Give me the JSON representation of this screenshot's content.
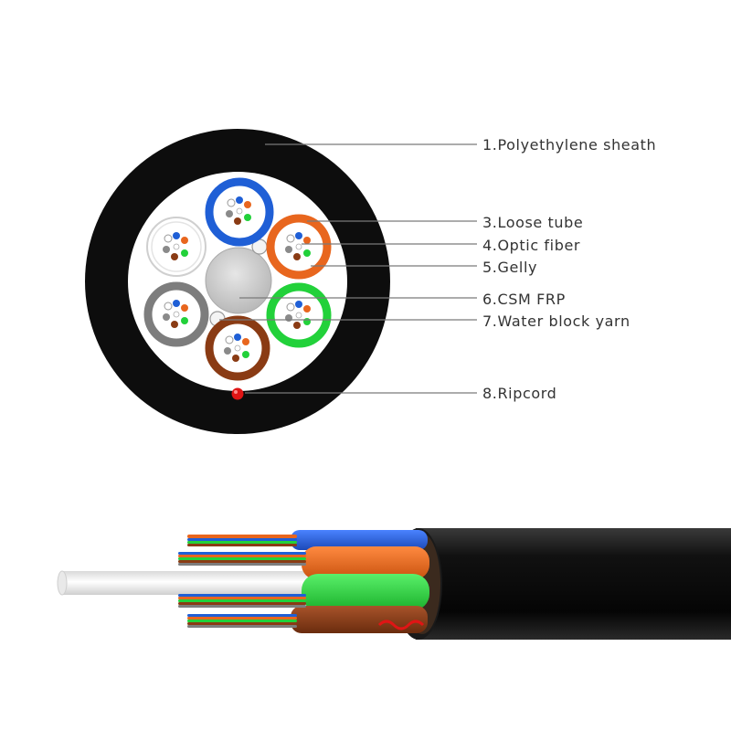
{
  "labels": {
    "l1": "1.Polyethylene sheath",
    "l3": "3.Loose tube",
    "l4": "4.Optic fiber",
    "l5": "5.Gelly",
    "l6": "6.CSM FRP",
    "l7": "7.Water block yarn",
    "l8": "8.Ripcord"
  },
  "colors": {
    "sheath": "#0d0d0d",
    "tube_blue": "#1f5fd6",
    "tube_orange": "#e8661e",
    "tube_green": "#22d13a",
    "tube_brown": "#8a3b14",
    "tube_gray": "#7d7d7d",
    "tube_white": "#f2f2f2",
    "frp": "#cfcfcf",
    "ripcord": "#e01515"
  },
  "icons": {
    "cross_section": "cable-cross-section-icon",
    "side_view": "cable-side-view-illustration"
  }
}
